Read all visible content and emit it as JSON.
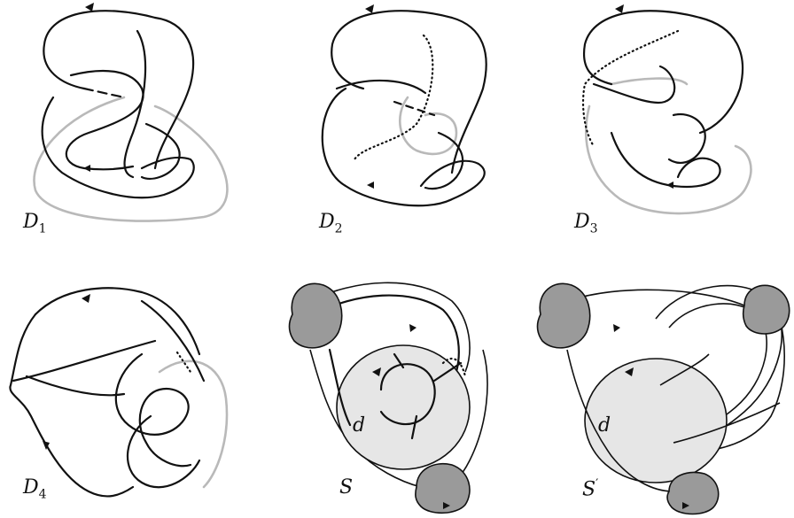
{
  "labels": {
    "d1": {
      "main": "D",
      "sub": "1"
    },
    "d2": {
      "main": "D",
      "sub": "2"
    },
    "d3": {
      "main": "D",
      "sub": "3"
    },
    "d4": {
      "main": "D",
      "sub": "4"
    },
    "s": {
      "main": "S"
    },
    "s_prime": {
      "main": "S",
      "sup": "′"
    },
    "disk_s": "d",
    "disk_s_prime": "d"
  },
  "colors": {
    "knot": "#111111",
    "gray_strand": "#b9b9b9",
    "surface_light": "#e6e6e6",
    "surface_dark": "#9a9a9a"
  }
}
